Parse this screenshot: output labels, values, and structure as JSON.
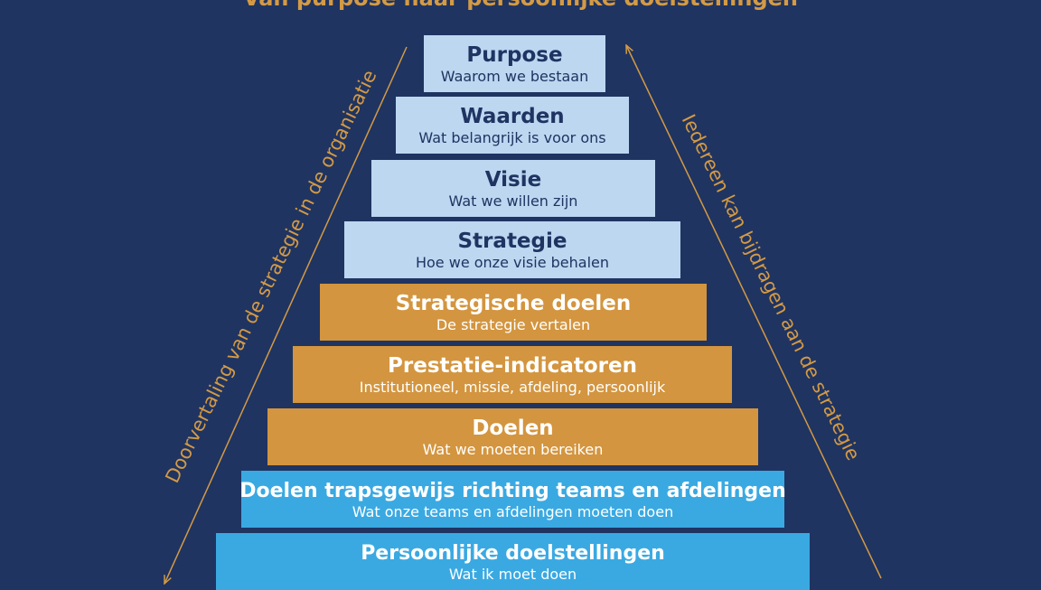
{
  "title": "Van purpose naar persoonlijke doelstellingen",
  "left_label": "Doorvertaling van de strategie in de organisatie",
  "right_label": "Iedereen kan bijdragen aan de strategie",
  "colors": {
    "background": "#1f3461",
    "light_tier": "#bdd7f1",
    "gold_tier": "#d3953f",
    "blue_tier": "#3aa9e2",
    "accent": "#d49a45"
  },
  "tiers": [
    {
      "title": "Purpose",
      "subtitle": "Waarom we bestaan"
    },
    {
      "title": "Waarden",
      "subtitle": "Wat belangrijk is voor ons"
    },
    {
      "title": "Visie",
      "subtitle": "Wat we willen zijn"
    },
    {
      "title": "Strategie",
      "subtitle": "Hoe we onze visie behalen"
    },
    {
      "title": "Strategische doelen",
      "subtitle": "De strategie vertalen"
    },
    {
      "title": "Prestatie-indicatoren",
      "subtitle": "Institutioneel, missie, afdeling, persoonlijk"
    },
    {
      "title": "Doelen",
      "subtitle": "Wat we moeten bereiken"
    },
    {
      "title": "Doelen trapsgewijs richting teams en afdelingen",
      "subtitle": "Wat onze teams en afdelingen moeten doen"
    },
    {
      "title": "Persoonlijke doelstellingen",
      "subtitle": "Wat ik moet doen"
    }
  ]
}
